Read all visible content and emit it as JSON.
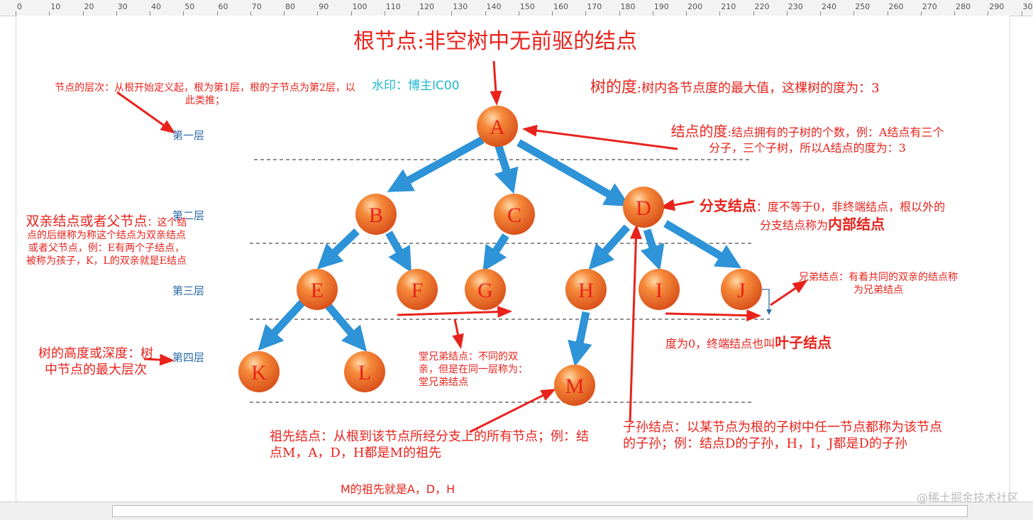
{
  "ruler": {
    "ticks": [
      "0",
      "10",
      "20",
      "30",
      "40",
      "50",
      "60",
      "70",
      "80",
      "90",
      "100",
      "110",
      "120",
      "130",
      "140",
      "150",
      "160",
      "170",
      "180",
      "190",
      "200",
      "210",
      "220",
      "230",
      "240",
      "250",
      "260",
      "270",
      "280",
      "290",
      "30"
    ]
  },
  "title": "根节点:非空树中无前驱的结点",
  "watermark_top": "水印：博主IC00",
  "watermark_bottom": "@稀土掘金技术社区",
  "nodes": {
    "A": "A",
    "B": "B",
    "C": "C",
    "D": "D",
    "E": "E",
    "F": "F",
    "G": "G",
    "H": "H",
    "I": "I",
    "J": "J",
    "K": "K",
    "L": "L",
    "M": "M"
  },
  "levels": {
    "l1": "第一层",
    "l2": "第二层",
    "l3": "第三层",
    "l4": "第四层"
  },
  "annotations": {
    "level_def": "节点的层次：从根开始定义起，根为第1层，根的子节点为第2层，以此类推；",
    "tree_degree_head": "树的度",
    "tree_degree_body": ":树内各节点度的最大值，这棵树的度为：3",
    "node_degree_head": "结点的度",
    "node_degree_body": ":结点拥有的子树的个数，例：A结点有三个分子，三个子树，所以A结点的度为：3",
    "branch_head": "分支结点",
    "branch_body": "：度不等于0，非终端结点，根以外的分支结点称为",
    "branch_strong": "内部结点",
    "parent_head": "双亲结点或者父节点",
    "parent_colon": "：",
    "parent_body": "这个结点的后继称为称这个结点为双亲结点或者父节点，例：E有两个子结点，被称为孩子，K，L的双亲就是E结点",
    "height": "树的高度或深度：树中节点的最大层次",
    "cousin": "堂兄弟结点：不同的双亲，但是在同一层称为：堂兄弟结点",
    "sibling": "兄弟结点：有着共同的双亲的结点称为兄弟结点",
    "leaf_body": "度为0，终端结点也叫",
    "leaf_strong": "叶子结点",
    "ancestor": "祖先结点：从根到该节点所经分支上的所有节点；例：结点M，A，D，H都是M的祖先",
    "ancestor_note": "M的祖先就是A，D，H",
    "descendant": "子孙结点：以某节点为根的子树中任一节点都称为该节点的子孙；例：结点D的子孙，H，I，J都是D的子孙"
  },
  "colors": {
    "node_fill": "#ec6a25",
    "edge": "#2e93d7",
    "annotation": "#e8231c",
    "level_label": "#2b6aa8",
    "watermark": "#20b8d0"
  }
}
